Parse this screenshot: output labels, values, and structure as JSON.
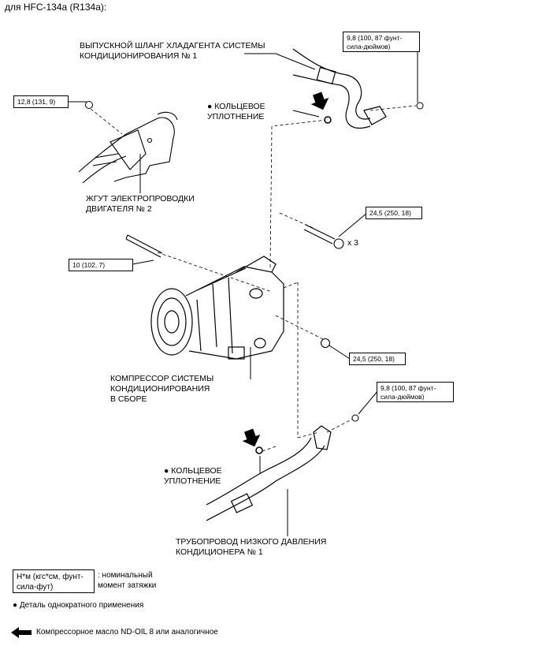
{
  "header": "для HFC-134a (R134a):",
  "labels": {
    "discharge_hose": [
      "ВЫПУСКНОЙ ШЛАНГ ХЛАДАГЕНТА СИСТЕМЫ",
      "КОНДИЦИОНИРОВАНИЯ № 1"
    ],
    "oring_top": [
      "● КОЛЬЦЕВОЕ",
      "УПЛОТНЕНИЕ"
    ],
    "harness": [
      "ЖГУТ ЭЛЕКТРОПРОВОДКИ",
      "ДВИГАТЕЛЯ № 2"
    ],
    "compressor": [
      "КОМПРЕССОР СИСТЕМЫ",
      "КОНДИЦИОНИРОВАНИЯ",
      "В СБОРЕ"
    ],
    "oring_bottom": [
      "● КОЛЬЦЕВОЕ",
      "УПЛОТНЕНИЕ"
    ],
    "suction_pipe": [
      "ТРУБОПРОВОД НИЗКОГО ДАВЛЕНИЯ",
      "КОНДИЦИОНЕРА № 1"
    ],
    "bolt_count": "x 3"
  },
  "torques": {
    "t1": [
      "9,8 (100, 87 фунт-",
      "сила-дюймов)"
    ],
    "t2": "12,8 (131, 9)",
    "t3": "24,5 (250, 18)",
    "t4": "10 (102, 7)",
    "t5": "24,5 (250, 18)",
    "t6": [
      "9,8 (100, 87 фунт-",
      "сила-дюймов)"
    ]
  },
  "legend": {
    "torque_box": [
      "Н*м (кгс*см, фунт-",
      "сила-фут)"
    ],
    "torque_desc": [
      ": номинальный",
      "момент затяжки"
    ],
    "one_time": "● Деталь однократного применения",
    "oil": "Компрессорное масло ND-OIL 8 или аналогичное"
  }
}
